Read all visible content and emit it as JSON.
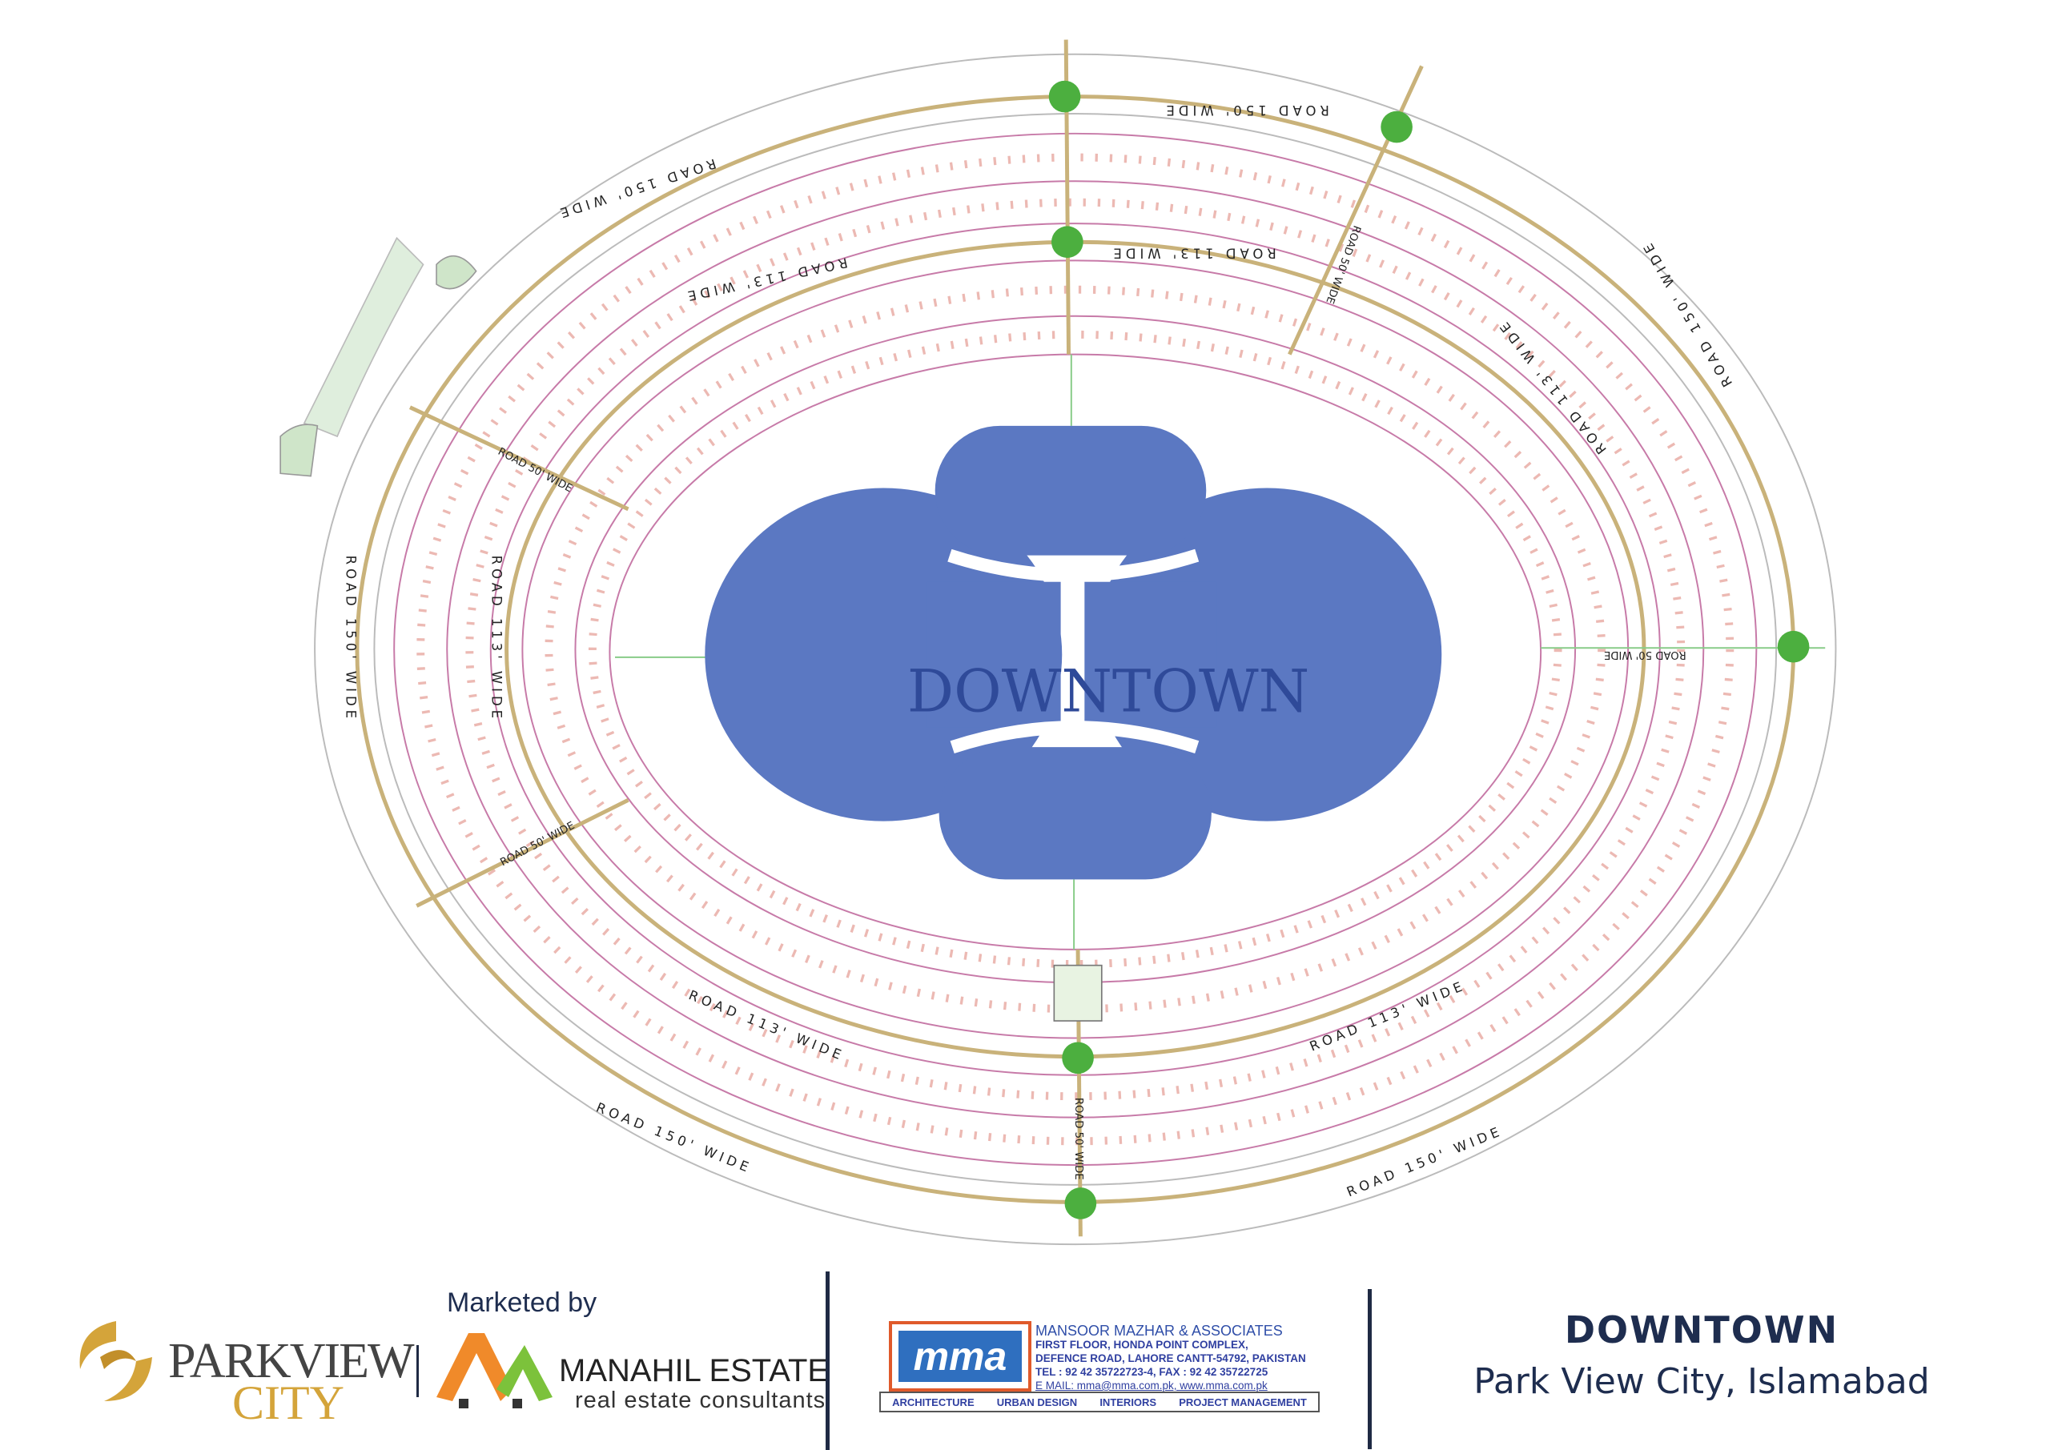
{
  "map": {
    "title_overlay": "DOWNTOWN",
    "road_labels": [
      "ROAD 150' WIDE",
      "ROAD 150' WIDE",
      "ROAD 150' WIDE",
      "ROAD 150' WIDE",
      "ROAD 150' WIDE",
      "ROAD 150' WIDE",
      "ROAD 113' WIDE",
      "ROAD 113' WIDE",
      "ROAD 113' WIDE",
      "ROAD 113' WIDE",
      "ROAD 113' WIDE",
      "ROAD 113' WIDE",
      "ROAD 50' WIDE",
      "ROAD 50' WIDE",
      "ROAD 50' WIDE",
      "ROAD 50' WIDE",
      "ROAD 50' WIDE"
    ],
    "colors": {
      "downtown": "#5b78c2",
      "roundabout": "#4caf3f",
      "road": "#c9b27a",
      "plots": "#c77aa8"
    }
  },
  "footer": {
    "developer_logo": {
      "line1": "PARKVIEW",
      "line2": "CITY"
    },
    "marketed_by": "Marketed by",
    "marketer": {
      "name": "MANAHIL ESTATE",
      "tagline": "real estate consultants"
    },
    "architect": {
      "logo": "mma",
      "name": "MANSOOR MAZHAR & ASSOCIATES",
      "address1": "FIRST FLOOR,  HONDA POINT COMPLEX,",
      "address2": "DEFENCE ROAD, LAHORE CANTT-54792, PAKISTAN",
      "phone": "TEL :  92 42 35722723-4,   FAX :  92 42 35722725",
      "email": "E MAIL: mma@mma.com.pk,   www.mma.com.pk",
      "services": [
        "ARCHITECTURE",
        "URBAN DESIGN",
        "INTERIORS",
        "PROJECT MANAGEMENT"
      ]
    },
    "project_title": "DOWNTOWN",
    "project_location": "Park View City, Islamabad"
  }
}
